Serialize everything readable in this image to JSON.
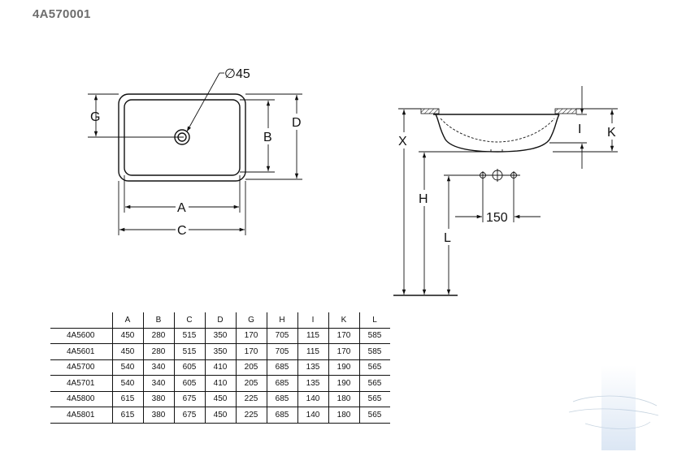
{
  "page": {
    "title": "4A570001"
  },
  "drawing": {
    "top_view_labels": {
      "g": "G",
      "a": "A",
      "b": "B",
      "c": "C",
      "d": "D",
      "drain": "∅45"
    },
    "side_view_labels": {
      "x": "X",
      "h": "H",
      "l": "L",
      "i": "I",
      "k": "K",
      "spacing": "150"
    }
  },
  "table": {
    "headers": [
      "",
      "A",
      "B",
      "C",
      "D",
      "G",
      "H",
      "I",
      "K",
      "L"
    ],
    "rows": [
      [
        "4A5600",
        "450",
        "280",
        "515",
        "350",
        "170",
        "705",
        "115",
        "170",
        "585"
      ],
      [
        "4A5601",
        "450",
        "280",
        "515",
        "350",
        "170",
        "705",
        "115",
        "170",
        "585"
      ],
      [
        "4A5700",
        "540",
        "340",
        "605",
        "410",
        "205",
        "685",
        "135",
        "190",
        "565"
      ],
      [
        "4A5701",
        "540",
        "340",
        "605",
        "410",
        "205",
        "685",
        "135",
        "190",
        "565"
      ],
      [
        "4A5800",
        "615",
        "380",
        "675",
        "450",
        "225",
        "685",
        "140",
        "180",
        "565"
      ],
      [
        "4A5801",
        "615",
        "380",
        "675",
        "450",
        "225",
        "685",
        "140",
        "180",
        "565"
      ]
    ]
  }
}
